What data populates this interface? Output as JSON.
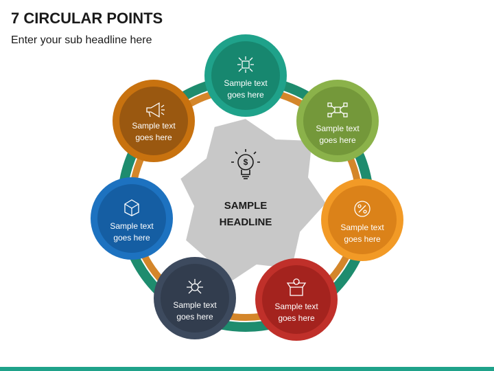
{
  "header": {
    "title": "7 CIRCULAR POINTS",
    "subtitle": "Enter your sub headline here"
  },
  "center": {
    "line1": "SAMPLE",
    "line2": "HEADLINE",
    "icon": "lightbulb-dollar-icon"
  },
  "ring": {
    "outer_color": "#1e8c6e",
    "inner_color": "#d4862a"
  },
  "nodes": [
    {
      "line1": "Sample text",
      "line2": "goes here",
      "color": "#1fa28a",
      "icon": "box-arrows-icon"
    },
    {
      "line1": "Sample text",
      "line2": "goes here",
      "color": "#8bb24a",
      "icon": "network-icon"
    },
    {
      "line1": "Sample text",
      "line2": "goes here",
      "color": "#e88a1c",
      "icon": "percent-badge-icon"
    },
    {
      "line1": "Sample text",
      "line2": "goes here",
      "color": "#c0302a",
      "icon": "open-box-icon"
    },
    {
      "line1": "Sample text",
      "line2": "goes here",
      "color": "#3d4a5e",
      "icon": "circuit-icon"
    },
    {
      "line1": "Sample text",
      "line2": "goes here",
      "color": "#1d72c0",
      "icon": "package-icon"
    },
    {
      "line1": "Sample text",
      "line2": "goes here",
      "color": "#c8720f",
      "icon": "megaphone-icon"
    }
  ]
}
